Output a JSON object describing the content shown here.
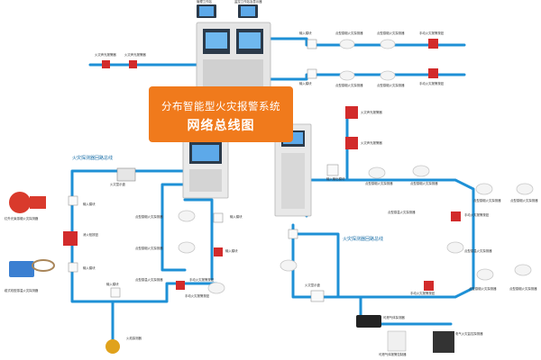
{
  "banner": {
    "line1": "分布智能型火灾报警系统",
    "line2": "网络总线图"
  },
  "loops": {
    "left": "火灾探测器回路总线",
    "right": "火灾探测器回路总线"
  },
  "top": {
    "pc_left": "管理工作站",
    "pc_right": "监控工作站及显示器",
    "left_devices": [
      "火灾声光报警器",
      "火灾声光报警器"
    ],
    "net_upper": [
      "输入模块",
      "点型感烟火灾探测器",
      "点型感烟火灾探测器",
      "手动火灾报警按钮"
    ],
    "net_lower": [
      "输入模块",
      "点型感烟火灾探测器",
      "点型感烟火灾探测器",
      "手动火灾报警按钮"
    ]
  },
  "left_loop": {
    "panel": "火灾显示盘",
    "modules": [
      "输入模块",
      "输入模块",
      "输入模块",
      "输入模块"
    ],
    "beam": "红外光束感烟火灾探测器",
    "button": "消火栓按钮",
    "linear": "缆式线型感温火灾探测器",
    "detectors": [
      "点型感烟火灾探测器",
      "点型感烟火灾探测器",
      "点型感温火灾探测器"
    ],
    "manual": [
      "输入模块",
      "手动火灾报警按钮"
    ],
    "flame": "火焰探测器",
    "bottom": "手动火灾报警按钮"
  },
  "right_loop": {
    "alarms": [
      "火灾声光报警器",
      "火灾声光报警器"
    ],
    "module": "输入输出模块",
    "detectors": [
      "点型感烟火灾探测器",
      "点型感烟火灾探测器",
      "点型感烟火灾探测器",
      "点型感烟火灾探测器"
    ],
    "buttons": [
      "手动火灾报警按钮",
      "手动火灾报警按钮"
    ],
    "misc": [
      "点型感温火灾探测器",
      "点型感温火灾探测器",
      "点型感烟火灾探测器",
      "点型感烟火灾探测器"
    ],
    "interface": "火灾显示盘",
    "bottom": [
      "可燃气体探测器",
      "可燃气体报警控制器",
      "电气火灾监控探测器"
    ]
  },
  "colors": {
    "bus": "#1e90d6",
    "banner": "#f07a1c",
    "panel": "#e8e8e8",
    "alarm_red": "#d22b2b"
  }
}
